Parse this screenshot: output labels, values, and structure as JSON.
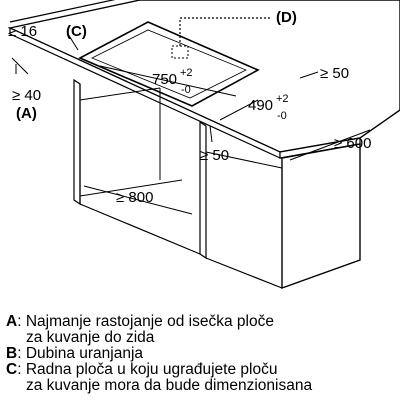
{
  "dims": {
    "min_wall_to_edge": "≥ 16",
    "depth_min": "≥ 40",
    "cutout_width": "750",
    "cutout_width_tol_plus": "+2",
    "cutout_width_tol_minus": "-0",
    "cutout_depth": "490",
    "cutout_depth_tol_plus": "+2",
    "cutout_depth_tol_minus": "-0",
    "front_gap_right": "≥ 50",
    "front_gap": "≥ 50",
    "cabinet_depth": "≥ 600",
    "inner_width": "≥ 800"
  },
  "markers": {
    "A": "(A)",
    "C": "(C)",
    "D": "(D)"
  },
  "legend": {
    "A_key": "A",
    "A_line1": ": Najmanje rastojanje od isečka ploče",
    "A_line2": "za kuvanje do zida",
    "B_key": "B",
    "B_line1": ": Dubina uranjanja",
    "C_key": "C",
    "C_line1": ": Radna ploča u koju ugrađujete ploču",
    "C_line2": "za kuvanje mora da bude dimenzionisana"
  }
}
